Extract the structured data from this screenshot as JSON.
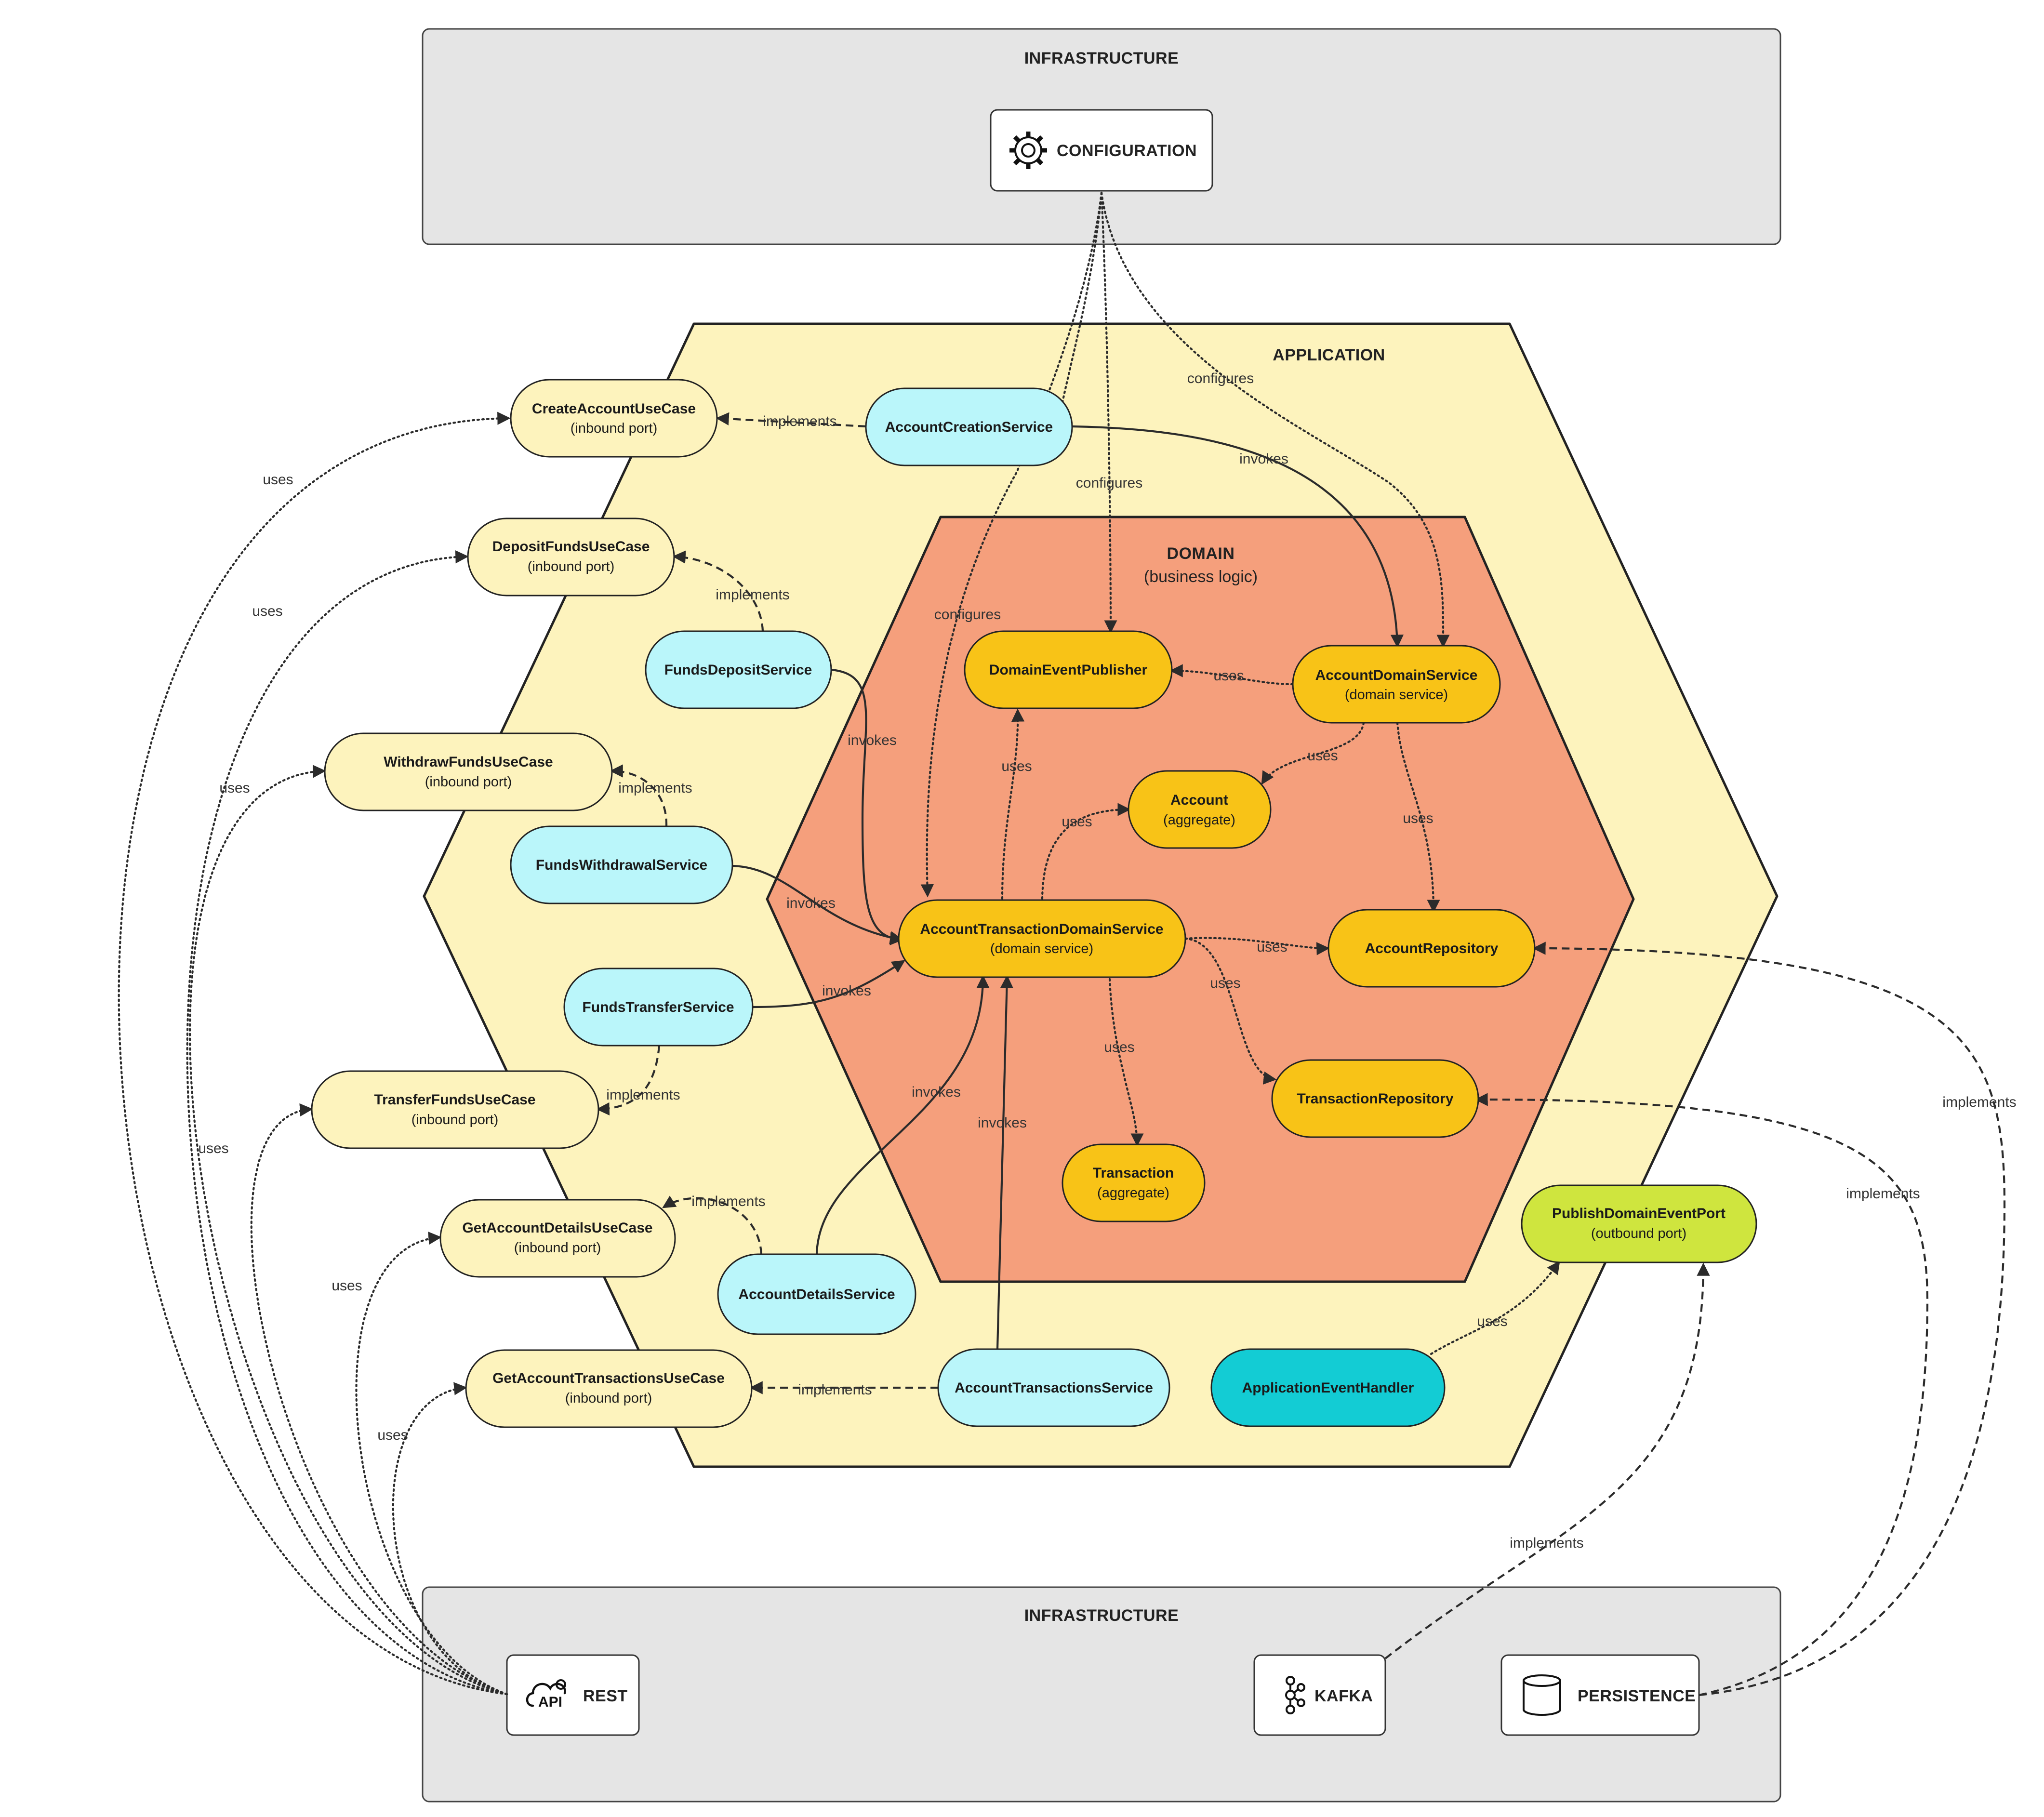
{
  "infrastructure_top": {
    "title": "INFRASTRUCTURE",
    "configuration": {
      "label": "CONFIGURATION",
      "icon": "gear-icon"
    }
  },
  "application": {
    "title": "APPLICATION"
  },
  "domain": {
    "title": "DOMAIN",
    "subtitle": "(business logic)"
  },
  "infrastructure_bottom": {
    "title": "INFRASTRUCTURE",
    "rest": {
      "label": "REST",
      "icon": "api-cloud-icon",
      "icon_text": "API"
    },
    "kafka": {
      "label": "KAFKA",
      "icon": "kafka-icon"
    },
    "persistence": {
      "label": "PERSISTENCE",
      "icon": "database-icon"
    }
  },
  "colors": {
    "infra_fill": "#e5e5e5",
    "application_fill": "#fdf3bd",
    "domain_fill": "#f59f7c",
    "port_fill": "#fdf3bd",
    "service_fill": "#baf6fa",
    "domain_node_fill": "#f8c317",
    "outbound_port_fill": "#cfe53e",
    "event_handler_fill": "#13ccd4"
  },
  "nodes": {
    "create_account_use_case": {
      "title": "CreateAccountUseCase",
      "subtitle": "(inbound port)"
    },
    "deposit_funds_use_case": {
      "title": "DepositFundsUseCase",
      "subtitle": "(inbound port)"
    },
    "withdraw_funds_use_case": {
      "title": "WithdrawFundsUseCase",
      "subtitle": "(inbound port)"
    },
    "transfer_funds_use_case": {
      "title": "TransferFundsUseCase",
      "subtitle": "(inbound port)"
    },
    "get_account_details_use_case": {
      "title": "GetAccountDetailsUseCase",
      "subtitle": "(inbound port)"
    },
    "get_account_transactions_use_case": {
      "title": "GetAccountTransactionsUseCase",
      "subtitle": "(inbound port)"
    },
    "account_creation_service": {
      "title": "AccountCreationService"
    },
    "funds_deposit_service": {
      "title": "FundsDepositService"
    },
    "funds_withdrawal_service": {
      "title": "FundsWithdrawalService"
    },
    "funds_transfer_service": {
      "title": "FundsTransferService"
    },
    "account_details_service": {
      "title": "AccountDetailsService"
    },
    "account_transactions_service": {
      "title": "AccountTransactionsService"
    },
    "application_event_handler": {
      "title": "ApplicationEventHandler"
    },
    "publish_domain_event_port": {
      "title": "PublishDomainEventPort",
      "subtitle": "(outbound port)"
    },
    "domain_event_publisher": {
      "title": "DomainEventPublisher"
    },
    "account_domain_service": {
      "title": "AccountDomainService",
      "subtitle": "(domain service)"
    },
    "account": {
      "title": "Account",
      "subtitle": "(aggregate)"
    },
    "account_transaction_domain_service": {
      "title": "AccountTransactionDomainService",
      "subtitle": "(domain service)"
    },
    "account_repository": {
      "title": "AccountRepository"
    },
    "transaction_repository": {
      "title": "TransactionRepository"
    },
    "transaction": {
      "title": "Transaction",
      "subtitle": "(aggregate)"
    }
  },
  "edge_labels": {
    "implements": "implements",
    "uses": "uses",
    "invokes": "invokes",
    "configures": "configures"
  }
}
